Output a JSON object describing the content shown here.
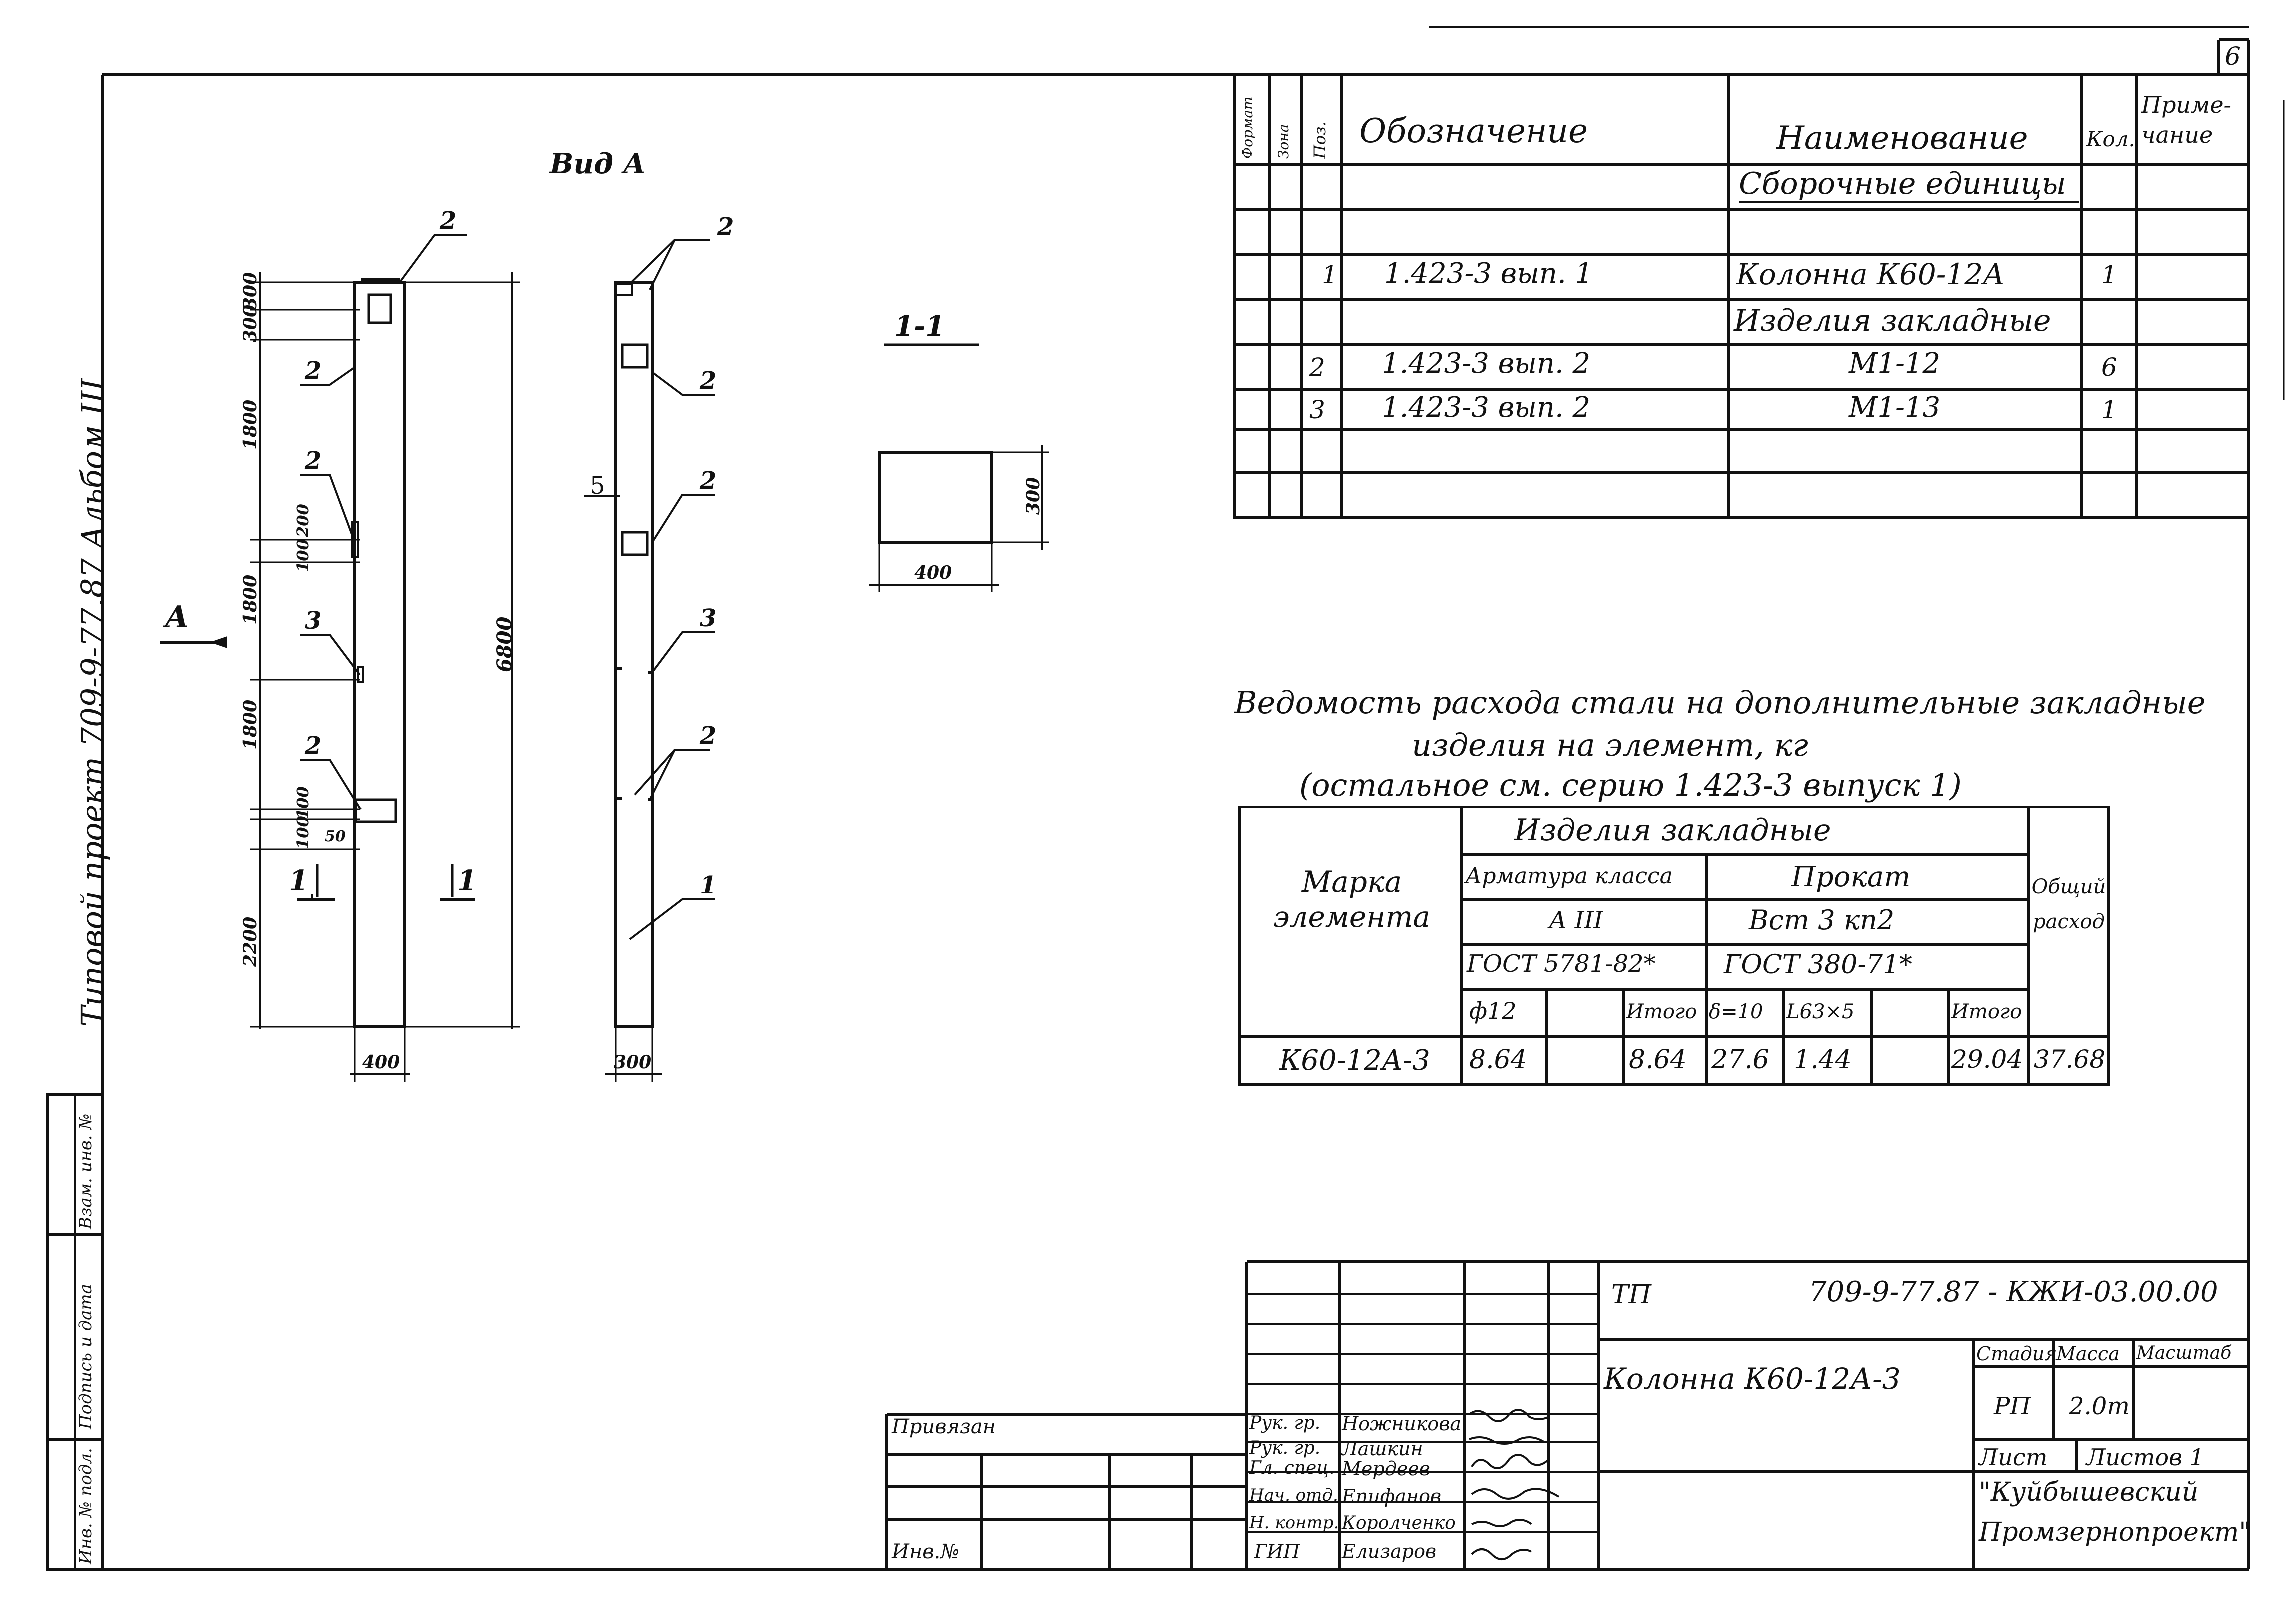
{
  "sheet": {
    "page_number": "6",
    "album_margin": "Типовой проект 709-9-77.87 Альбом III"
  },
  "drawing": {
    "view_label": "Вид А",
    "section_label": "1-1",
    "arrow_label_a": "А",
    "section_markers": [
      "1",
      "1"
    ],
    "front_dims": [
      "300",
      "300",
      "1800",
      "200",
      "100",
      "1800",
      "1800",
      "100",
      "100",
      "50",
      "2200"
    ],
    "overall_height": "6800",
    "front_width": "400",
    "side_width": "300",
    "section_dims": {
      "height": "300",
      "width": "400"
    },
    "leaders_front": [
      "2",
      "2",
      "2",
      "3",
      "2"
    ],
    "leaders_side": [
      "2",
      "2",
      "2",
      "3",
      "2",
      "1"
    ],
    "side_mark_5": "5"
  },
  "spec_table": {
    "headers": {
      "format": "Формат",
      "zone": "Зона",
      "pos": "Поз.",
      "designation": "Обозначение",
      "name": "Наименование",
      "qty": "Кол.",
      "note": "Приме-чание"
    },
    "section_title": "Сборочные единицы",
    "rows": [
      {
        "pos": "1",
        "designation": "1.423-3 вып. 1",
        "name": "Колонна К60-12А",
        "qty": "1"
      },
      {
        "pos": "",
        "designation": "",
        "name": "Изделия закладные",
        "qty": ""
      },
      {
        "pos": "2",
        "designation": "1.423-3 вып. 2",
        "name": "М1-12",
        "qty": "6"
      },
      {
        "pos": "3",
        "designation": "1.423-3 вып. 2",
        "name": "М1-13",
        "qty": "1"
      }
    ]
  },
  "steel_table": {
    "title_line1": "Ведомость расхода стали на дополнительные закладные",
    "title_line2": "изделия на элемент, кг",
    "title_line3": "(остальное см. серию 1.423-3 выпуск 1)",
    "mark_header": "Марка элемента",
    "group_header": "Изделия закладные",
    "rebar_header": "Арматура класса",
    "rebar_class": "А III",
    "rebar_gost": "ГОСТ 5781-82*",
    "rolled_header": "Прокат",
    "rolled_grade": "Вст 3 кп2",
    "rolled_gost": "ГОСТ 380-71*",
    "total_header": "Общий расход",
    "sub_headers": [
      "ф12",
      "",
      "Итого",
      "δ=10",
      "L63×5",
      "",
      "Итого"
    ],
    "row": {
      "mark": "К60-12А-3",
      "values": [
        "8.64",
        "",
        "8.64",
        "27.6",
        "1.44",
        "",
        "29.04"
      ],
      "total": "37.68"
    }
  },
  "stamp": {
    "code_prefix": "ТП",
    "code": "709-9-77.87 - КЖИ-03.00.00",
    "title": "Колонна К60-12А-3",
    "stage_header": "Стадия",
    "mass_header": "Масса",
    "scale_header": "Масштаб",
    "stage": "РП",
    "mass": "2.0т",
    "sheet_label": "Лист",
    "sheets_label": "Листов 1",
    "organization_line1": "\"Куйбышевский",
    "organization_line2": "Промзернопроект\"",
    "tied_label": "Привязан",
    "inv_label": "Инв.№",
    "roles": [
      {
        "role": "Рук. гр.",
        "name": "Ножникова"
      },
      {
        "role": "Рук. гр.",
        "name": "Лашкин"
      },
      {
        "role": "Гл. спец.",
        "name": "Мердеев"
      },
      {
        "role": "Нач. отд.",
        "name": "Епифанов"
      },
      {
        "role": "Н. контр.",
        "name": "Королченко"
      },
      {
        "role": "ГИП",
        "name": "Елизаров"
      }
    ]
  },
  "left_margin": {
    "cells": [
      "Взам. инв. №",
      "Подпись и дата",
      "Инв. № подл."
    ]
  }
}
